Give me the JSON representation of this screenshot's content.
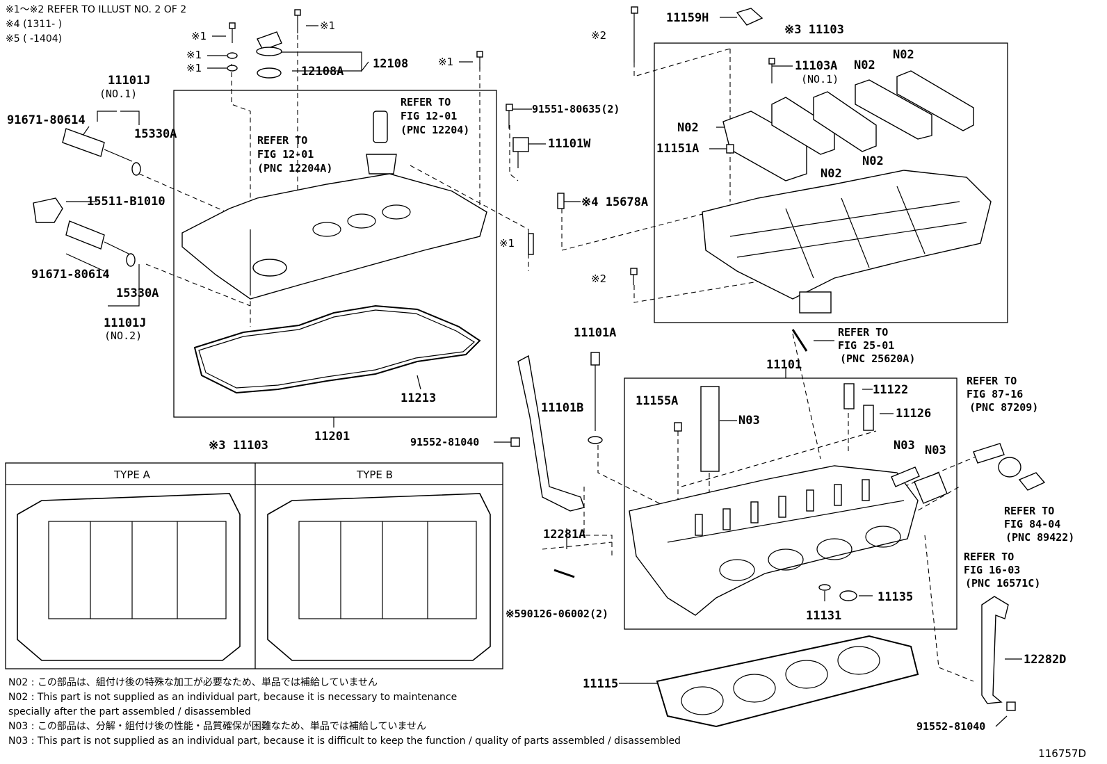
{
  "header_notes": [
    "※1～※2  REFER TO ILLUST NO. 2 OF 2",
    "※4 (1311-       )",
    "※5 (       -1404)"
  ],
  "labels": {
    "p11101J_1": "11101J",
    "p11101J_1_sub": "(NO.1)",
    "p91671_a": "91671-80614",
    "p15330A_a": "15330A",
    "p15511": "15511-B1010",
    "p91671_b": "91671-80614",
    "p15330A_b": "15330A",
    "p11101J_2": "11101J",
    "p11101J_2_sub": "(NO.2)",
    "x1_a": "※1",
    "x1_b": "※1",
    "x1_c": "※1",
    "x1_d": "※1",
    "x1_e": "※1",
    "x1_f": "※1",
    "p12108": "12108",
    "p12108A": "12108A",
    "ref1_l1": "REFER TO",
    "ref1_l2": "FIG 12-01",
    "ref1_l3": "(PNC 12204)",
    "ref2_l1": "REFER TO",
    "ref2_l2": "FIG 12-01",
    "ref2_l3": "(PNC 12204A)",
    "p91551": "91551-80635(2)",
    "p11101W": "11101W",
    "p15678A": "※4 15678A",
    "p11213": "11213",
    "p11201": "11201",
    "x2_a": "※2",
    "x2_b": "※2",
    "p11159H": "11159H",
    "x3_top": "※3 11103",
    "p11103A": "11103A",
    "p11103A_sub": "(NO.1)",
    "n02_a": "N02",
    "n02_b": "N02",
    "n02_c": "N02",
    "n02_d": "N02",
    "n02_e": "N02",
    "p11151A": "11151A",
    "ref3_l1": "REFER TO",
    "ref3_l2": "FIG 25-01",
    "ref3_l3": "(PNC 25620A)",
    "p11101A": "11101A",
    "p11101": "11101",
    "p11155A": "11155A",
    "n03_a": "N03",
    "p11122": "11122",
    "p11126": "11126",
    "n03_b": "N03",
    "n03_c": "N03",
    "ref4_l1": "REFER TO",
    "ref4_l2": "FIG 87-16",
    "ref4_l3": "(PNC 87209)",
    "ref5_l1": "REFER TO",
    "ref5_l2": "FIG 84-04",
    "ref5_l3": "(PNC 89422)",
    "ref6_l1": "REFER TO",
    "ref6_l2": "FIG 16-03",
    "ref6_l3": "(PNC 16571C)",
    "p11101B": "11101B",
    "p91552_a": "91552-81040",
    "p12281A": "12281A",
    "p590126": "※590126-06002(2)",
    "p11135": "11135",
    "p11131": "11131",
    "p11115": "11115",
    "p12282D": "12282D",
    "p91552_b": "91552-81040",
    "x3_bottom": "※3 11103",
    "typeA": "TYPE A",
    "typeB": "TYPE B"
  },
  "notes": [
    "N02 : この部品は、組付け後の特殊な加工が必要なため、単品では補給していません",
    "N02 : This part is not supplied as an individual part, because it is necessary to maintenance",
    "         specially after the part assembled / disassembled",
    "N03 : この部品は、分解・組付け後の性能・品質確保が困難なため、単品では補給していません",
    "N03 : This part is not supplied as an individual part, because it is difficult to keep the function / quality of parts  assembled / disassembled"
  ],
  "illustration_code": "116757D"
}
